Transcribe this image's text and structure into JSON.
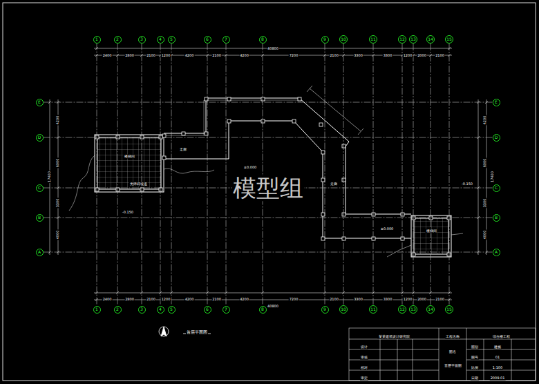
{
  "diagram": {
    "nodes": [
      {
        "text": [
          "1"
        ]
      },
      {
        "text": [
          "2"
        ]
      },
      {
        "text": [
          "3"
        ]
      },
      {
        "text": [
          "4"
        ]
      },
      {
        "text": [
          "5"
        ]
      },
      {
        "text": [
          "6"
        ]
      },
      {
        "text": [
          "7"
        ]
      },
      {
        "text": [
          "8"
        ]
      },
      {
        "text": [
          "9"
        ]
      },
      {
        "text": [
          "10"
        ]
      },
      {
        "text": [
          "11"
        ]
      },
      {
        "text": [
          "12"
        ]
      },
      {
        "text": [
          "13"
        ]
      },
      {
        "text": [
          "14"
        ]
      },
      {
        "text": [
          "15"
        ]
      },
      {
        "text": [
          "E"
        ]
      },
      {
        "text": [
          "D"
        ]
      },
      {
        "text": [
          "C"
        ]
      },
      {
        "text": [
          "B"
        ]
      },
      {
        "text": [
          "A"
        ]
      },
      {
        "text": [
          "E"
        ]
      },
      {
        "text": [
          "D"
        ]
      },
      {
        "text": [
          "C"
        ]
      },
      {
        "text": [
          "B"
        ]
      },
      {
        "text": [
          "A"
        ]
      },
      {
        "text": [
          "1"
        ]
      },
      {
        "text": [
          "2"
        ]
      },
      {
        "text": [
          "3"
        ]
      },
      {
        "text": [
          "4"
        ]
      },
      {
        "text": [
          "5"
        ]
      },
      {
        "text": [
          "6"
        ]
      },
      {
        "text": [
          "7"
        ]
      },
      {
        "text": [
          "8"
        ]
      },
      {
        "text": [
          "9"
        ]
      },
      {
        "text": [
          "10"
        ]
      },
      {
        "text": [
          "11"
        ]
      },
      {
        "text": [
          "12"
        ]
      },
      {
        "text": [
          "13"
        ]
      },
      {
        "text": [
          "14"
        ]
      },
      {
        "text": [
          "15"
        ]
      }
    ],
    "edges": [
      {
        "from": 0,
        "to": 25,
        "arrow": "none"
      },
      {
        "from": 1,
        "to": 26,
        "arrow": "none"
      },
      {
        "from": 2,
        "to": 27,
        "arrow": "none"
      },
      {
        "from": 3,
        "to": 28,
        "arrow": "none"
      },
      {
        "from": 4,
        "to": 29,
        "arrow": "none"
      },
      {
        "from": 5,
        "to": 30,
        "arrow": "none"
      },
      {
        "from": 6,
        "to": 31,
        "arrow": "none"
      },
      {
        "from": 7,
        "to": 32,
        "arrow": "none"
      },
      {
        "from": 8,
        "to": 33,
        "arrow": "none"
      },
      {
        "from": 9,
        "to": 34,
        "arrow": "none"
      },
      {
        "from": 10,
        "to": 35,
        "arrow": "none"
      },
      {
        "from": 11,
        "to": 36,
        "arrow": "none"
      },
      {
        "from": 12,
        "to": 37,
        "arrow": "none"
      },
      {
        "from": 13,
        "to": 38,
        "arrow": "none"
      },
      {
        "from": 14,
        "to": 39,
        "arrow": "none"
      },
      {
        "from": 15,
        "to": 20,
        "arrow": "none"
      },
      {
        "from": 16,
        "to": 21,
        "arrow": "none"
      },
      {
        "from": 17,
        "to": 22,
        "arrow": "none"
      },
      {
        "from": 18,
        "to": 23,
        "arrow": "none"
      },
      {
        "from": 19,
        "to": 24,
        "arrow": "none"
      }
    ],
    "labels": [
      "2400",
      "2800",
      "2100",
      "1200",
      "4200",
      "2100",
      "4200",
      "7200",
      "2100",
      "3300",
      "3300",
      "1200",
      "2000",
      "2100",
      "40800",
      "2400",
      "2800",
      "2100",
      "1200",
      "4200",
      "2100",
      "4200",
      "7200",
      "2100",
      "3300",
      "3300",
      "1200",
      "2000",
      "2100",
      "40800",
      "4200",
      "6000",
      "3300",
      "4000",
      "17400",
      "4200",
      "6000",
      "3300",
      "4000",
      "17400",
      "楼梯间",
      "无障碍坡道",
      "走廊",
      "±0.000",
      "走廊",
      "±0.000",
      "楼梯间",
      "-0.150",
      "-0.150",
      "首层平面图",
      "某某建筑设计研究院",
      "设计",
      "审核",
      "校对",
      "审定",
      "工程名称",
      "综合楼工程",
      "图名",
      "首层平面图",
      "图别",
      "建施",
      "图号",
      "01",
      "比例",
      "1:100",
      "日期",
      "2009.01",
      "模型组"
    ]
  }
}
